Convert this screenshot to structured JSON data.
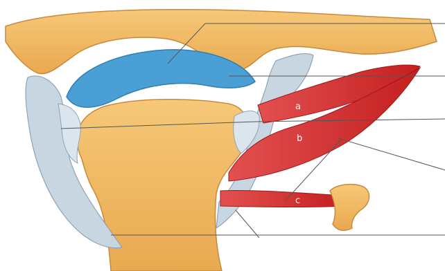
{
  "diagram": {
    "muscle_labels": {
      "a": "a",
      "b": "b",
      "c": "c"
    },
    "colors": {
      "bone": "#f0b860",
      "bone_edge": "#c8893e",
      "disc": "#4aa0d4",
      "ligament": "#c8d6e2",
      "ligament_edge": "#8ea3b6",
      "muscle": "#d42a2a",
      "leader_line": "#555555",
      "background": "#ffffff"
    }
  }
}
